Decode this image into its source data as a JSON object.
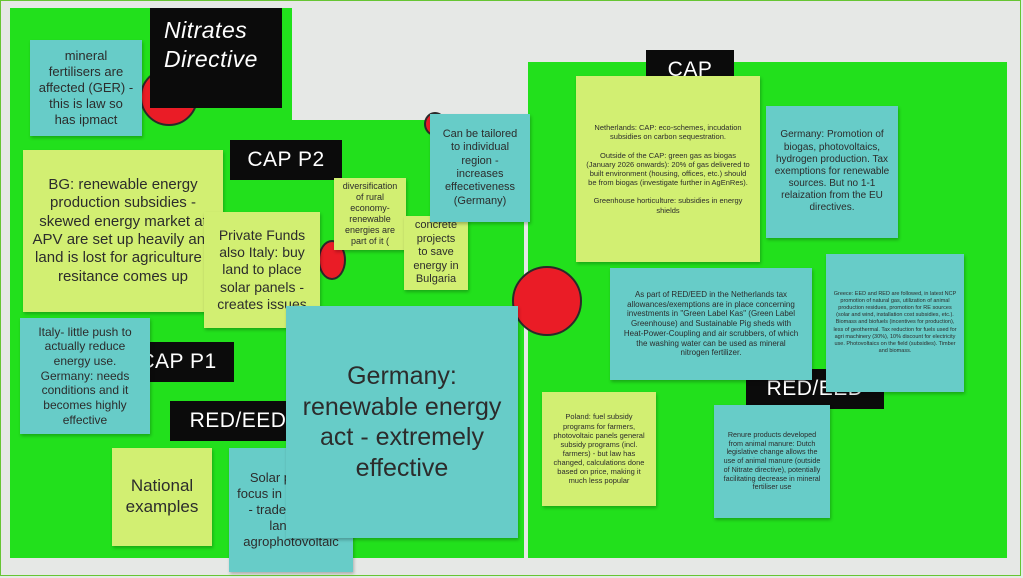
{
  "labels": {
    "nitrates": "Nitrates\nDirective",
    "cap_p2": "CAP P2",
    "cap_p1": "CAP P1",
    "red_eed_left": "RED/EED",
    "cap_right": "CAP",
    "red_eed_right": "RED/EED"
  },
  "notes": {
    "mineral": "mineral fertilisers are affected (GER) - this is law so has ipmact",
    "bg": "BG: renewable energy production subsidies - skewed energy market at APV are set up heavily and land is lost for agriculture - resitance comes up",
    "private_funds": "Private Funds also Italy: buy land to place solar panels - creates issues",
    "diversification": "diversification of rural economy- renewable energies are part of it (",
    "concrete": "concrete projects to save energy in Bulgaria",
    "tailored": "Can be tailored to individual region - increases effecetiveness (Germany)",
    "italy": "Italy- little push to actually reduce energy use. Germany: needs conditions and it becomes highly effective",
    "germany_big": "Germany: renewable energy act - extremely effective",
    "national": "National examples",
    "solar": "Solar power is focus in North Italy - tradeoffs with land for agrophotovoltaic",
    "netherlands_cap": "Netherlands: CAP: eco-schemes, incudation subsidies on carbon sequestration.\n\nOutside of the CAP: green gas as biogas (January 2026 onwards): 20% of gas delivered to built environment (housing, offices, etc.) should be from biogas (investigate further in AgEnRes).\n\nGreenhouse horticulture: subsidies in energy shields",
    "germany_promo": "Germany: Promotion of biogas, photovoltaics, hydrogen production. Tax exemptions for renewable sources. But no 1-1 relaization from the EU directives.",
    "red_eed_nl": "As part of RED/EED in the Netherlands tax allowances/exemptions are in place concerning investments in \"Green Label Kas\" (Green Label Greenhouse) and Sustainable Pig sheds with Heat-Power-Coupling and air scrubbers, of which the washing water can be used as mineral nitrogen fertilizer.",
    "greece": "Greece: EED and RED are followed, in latest NCP promotion of natural gas, utilization of animal production residues, promotion for RE sources (solar and wind, installation cost subsidies, etc.). Biomass and biofuels (incentives for production), less of geothermal. Tax reduction for fuels used for agri machinery (30%), 10% discount for electricity use. Photovoltaics on the field (subsidies). Timber and biomass.",
    "poland": "Poland: fuel subsidy programs for farmers, photovoltaic panels general subsidy programs (incl. farmers) - but law has changed, calculations done based on price, making it much less popular",
    "renure": "Renure products developed from animal manure: Dutch legislative change allows the use of animal manure (outside of Nitrate directive), potentially facilitating decrease in mineral fertiliser use"
  },
  "colors": {
    "board_green": "#22e01c",
    "note_blue": "#67ccc8",
    "note_yellow": "#d2ef72",
    "label_black": "#0b0b0b",
    "dot_red": "#ea1c26"
  }
}
